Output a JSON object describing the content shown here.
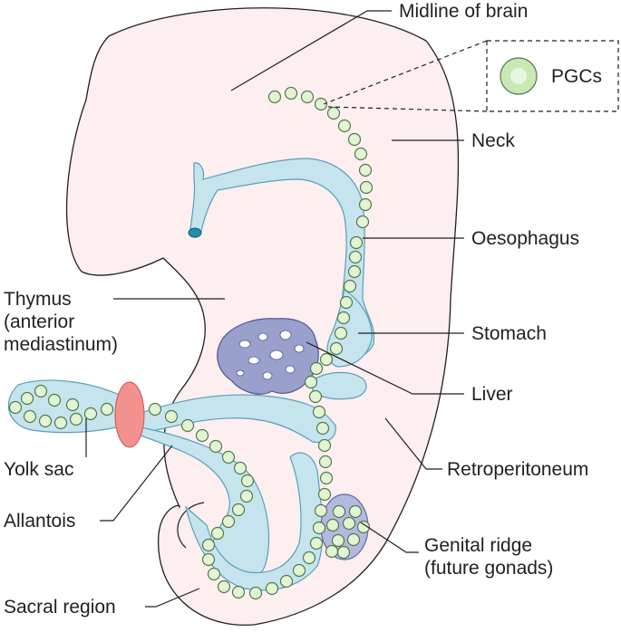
{
  "labels": {
    "midline_of_brain": "Midline of brain",
    "pgcs": "PGCs",
    "neck": "Neck",
    "oesophagus": "Oesophagus",
    "thymus_line1": "Thymus",
    "thymus_line2": "(anterior",
    "thymus_line3": "mediastinum)",
    "stomach": "Stomach",
    "liver": "Liver",
    "yolk_sac": "Yolk sac",
    "retroperitoneum": "Retroperitoneum",
    "allantois": "Allantois",
    "genital_ridge_line1": "Genital ridge",
    "genital_ridge_line2": "(future gonads)",
    "sacral_region": "Sacral region"
  },
  "colors": {
    "embryo_fill": "#fdeef0",
    "gut_fill": "#c5e4ee",
    "gut_stroke": "#5a9fb8",
    "cell_fill": "#e3f4d2",
    "cell_stroke": "#4f7a4d",
    "liver_fill": "#9aa0cc",
    "yolk_ring": "#f2918d",
    "gonad_fill": "#b3b9df"
  }
}
